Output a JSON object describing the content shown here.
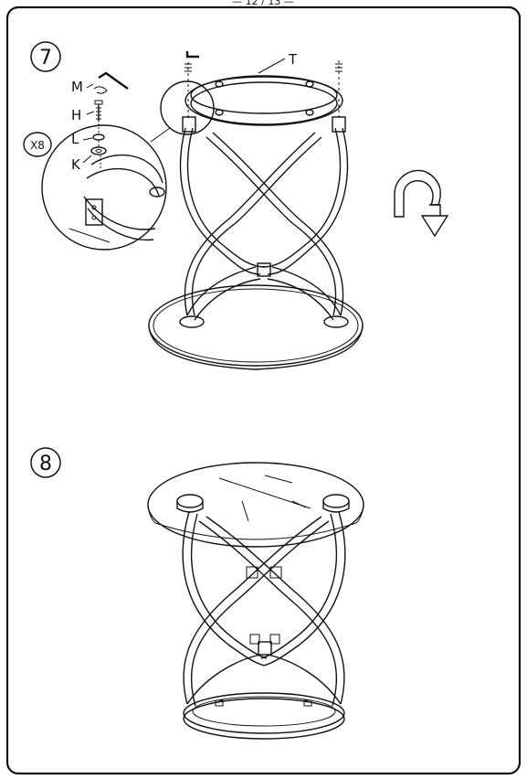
{
  "page": {
    "header_fragment": "— 12 / 13 —"
  },
  "step7": {
    "number": "7",
    "parts": {
      "T": "T",
      "M": "M",
      "H": "H",
      "L": "L",
      "K": "K"
    },
    "quantity": "X8"
  },
  "step8": {
    "number": "8"
  },
  "icons": {
    "flip": "rotate-flip-arrow-icon"
  }
}
